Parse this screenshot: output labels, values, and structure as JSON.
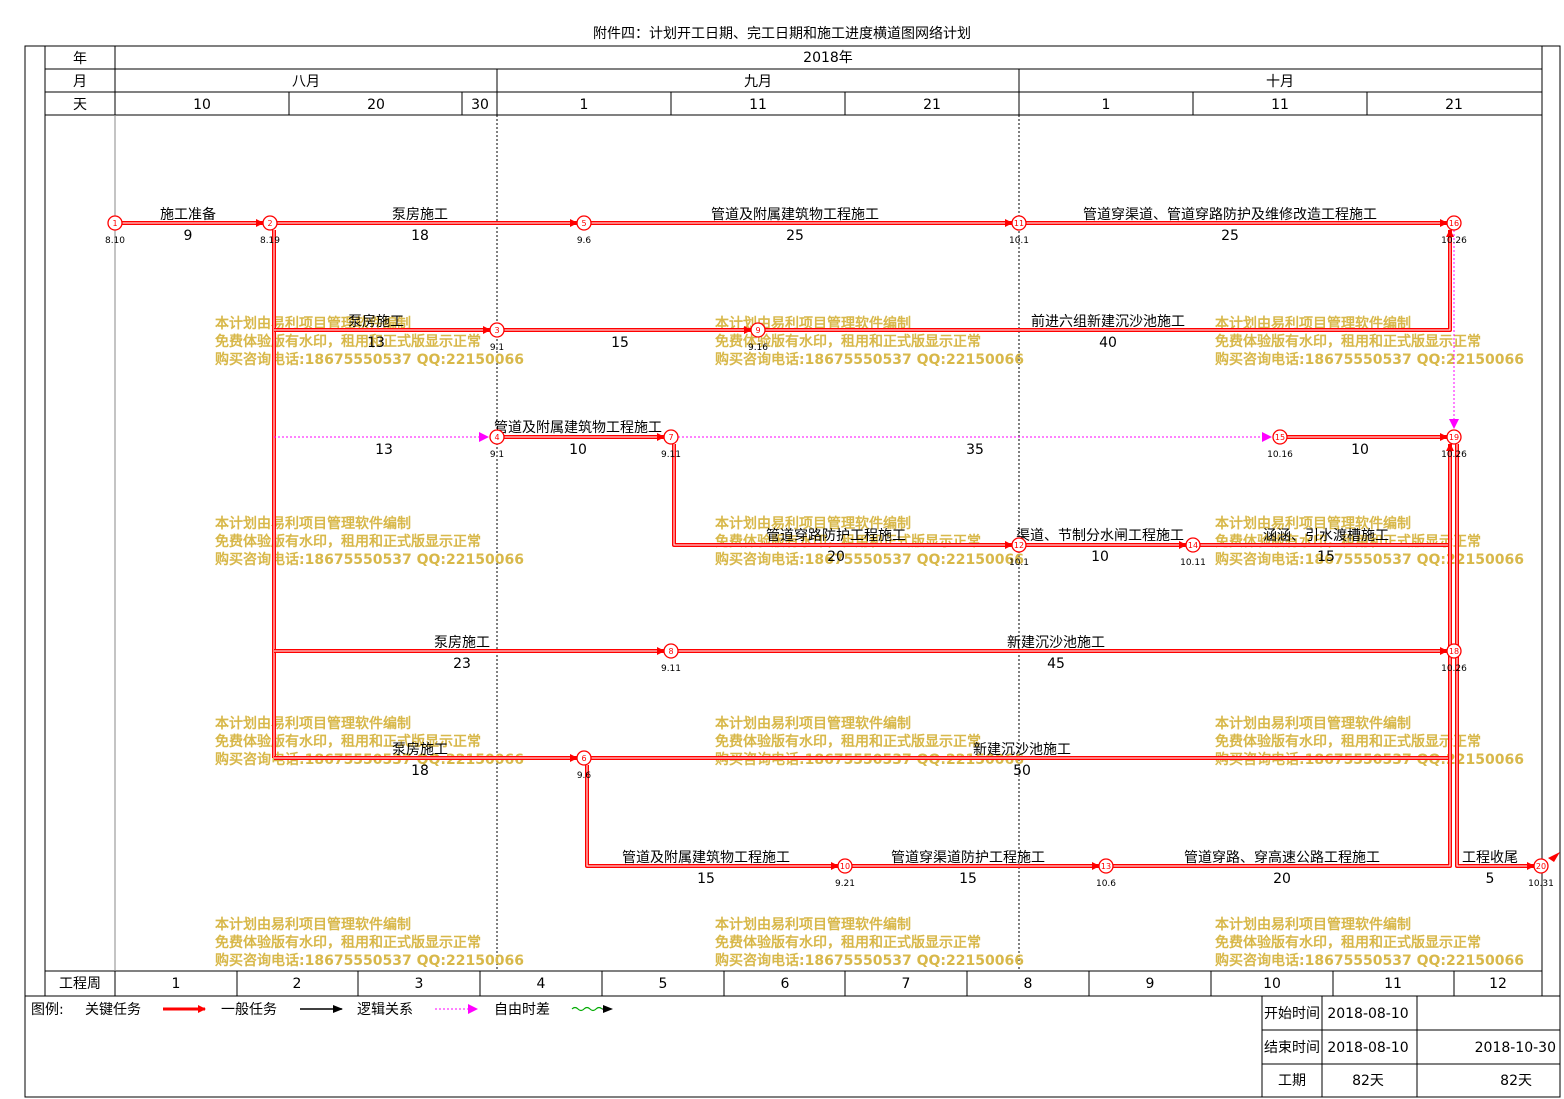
{
  "title": "附件四：计划开工日期、完工日期和施工进度横道图网络计划",
  "header": {
    "row_labels": {
      "year": "年",
      "month": "月",
      "day": "天"
    },
    "year": "2018年",
    "months": [
      {
        "label": "八月",
        "days": [
          "10",
          "20",
          "30"
        ]
      },
      {
        "label": "九月",
        "days": [
          "1",
          "11",
          "21"
        ]
      },
      {
        "label": "十月",
        "days": [
          "1",
          "11",
          "21"
        ]
      }
    ]
  },
  "footer": {
    "week_label": "工程周",
    "weeks": [
      "1",
      "2",
      "3",
      "4",
      "5",
      "6",
      "7",
      "8",
      "9",
      "10",
      "11",
      "12"
    ]
  },
  "legend": {
    "label": "图例:",
    "items": [
      {
        "label": "关键任务",
        "style": "critical"
      },
      {
        "label": "一般任务",
        "style": "normal"
      },
      {
        "label": "逻辑关系",
        "style": "dummy"
      },
      {
        "label": "自由时差",
        "style": "float"
      }
    ]
  },
  "summary": {
    "start_label": "开始时间",
    "start_date": "2018-08-10",
    "end_label": "结束时间",
    "end_date_plan": "2018-08-10",
    "end_date": "2018-10-30",
    "duration_label": "工期",
    "duration_plan": "82天",
    "duration": "82天"
  },
  "watermark": [
    "本计划由易利项目管理软件编制",
    "免费体验版有水印，租用和正式版显示正常",
    "购买咨询电话:18675550537 QQ:22150066"
  ],
  "colors": {
    "critical": "#ff0000",
    "dummy": "#000000",
    "float": "#ff00ff",
    "watermark": "#d8b84a",
    "grid": "#000000"
  },
  "nodes": [
    {
      "id": "1",
      "date": "8.10"
    },
    {
      "id": "2",
      "date": "8.19"
    },
    {
      "id": "3",
      "date": "9.1"
    },
    {
      "id": "4",
      "date": "9.1"
    },
    {
      "id": "5",
      "date": "9.6"
    },
    {
      "id": "6",
      "date": "9.6"
    },
    {
      "id": "7",
      "date": "9.11"
    },
    {
      "id": "8",
      "date": "9.11"
    },
    {
      "id": "9",
      "date": "9.16"
    },
    {
      "id": "10",
      "date": "9.21"
    },
    {
      "id": "11",
      "date": "10.1"
    },
    {
      "id": "12",
      "date": "10.1"
    },
    {
      "id": "13",
      "date": "10.6"
    },
    {
      "id": "14",
      "date": "10.11"
    },
    {
      "id": "15",
      "date": "10.16"
    },
    {
      "id": "16",
      "date": "10.26"
    },
    {
      "id": "17",
      "date": ""
    },
    {
      "id": "18",
      "date": "10.26"
    },
    {
      "id": "19",
      "date": "10.26"
    },
    {
      "id": "20",
      "date": "10.31"
    }
  ],
  "activities": [
    {
      "name": "施工准备",
      "duration": "9"
    },
    {
      "name": "泵房施工",
      "duration": "18"
    },
    {
      "name": "管道及附属建筑物工程施工",
      "duration": "25"
    },
    {
      "name": "管道穿渠道、管道穿路防护及维修改造工程施工",
      "duration": "25"
    },
    {
      "name": "泵房施工",
      "duration": "13"
    },
    {
      "name": "",
      "duration": "15"
    },
    {
      "name": "前进六组新建沉沙池施工",
      "duration": "40"
    },
    {
      "name": "",
      "duration": "13"
    },
    {
      "name": "管道及附属建筑物工程施工",
      "duration": "10"
    },
    {
      "name": "",
      "duration": "35"
    },
    {
      "name": "",
      "duration": "10"
    },
    {
      "name": "管道穿路防护工程施工",
      "duration": "20"
    },
    {
      "name": "渠道、节制分水闸工程施工",
      "duration": "10"
    },
    {
      "name": "涵涵、引水渡槽施工",
      "duration": "15"
    },
    {
      "name": "泵房施工",
      "duration": "23"
    },
    {
      "name": "新建沉沙池施工",
      "duration": "45"
    },
    {
      "name": "泵房施工",
      "duration": "18"
    },
    {
      "name": "新建沉沙池施工",
      "duration": "50"
    },
    {
      "name": "管道及附属建筑物工程施工",
      "duration": "15"
    },
    {
      "name": "管道穿渠道防护工程施工",
      "duration": "15"
    },
    {
      "name": "管道穿路、穿高速公路工程施工",
      "duration": "20"
    },
    {
      "name": "工程收尾",
      "duration": "5"
    }
  ]
}
